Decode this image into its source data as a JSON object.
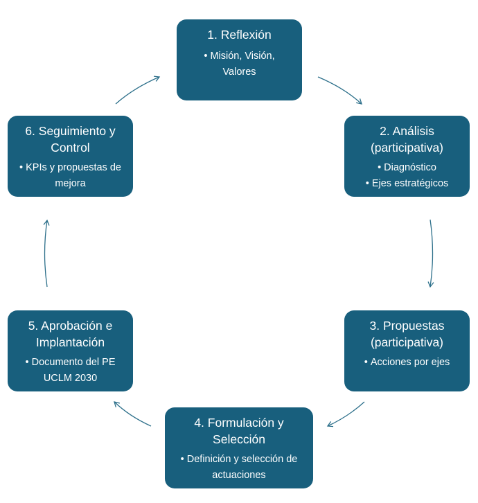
{
  "colors": {
    "box": "#185f7d",
    "text": "#ffffff",
    "arrow": "#2c6f8a"
  },
  "nodes": [
    {
      "id": "reflexion",
      "title": "1. Reflexión",
      "bullets": [
        "Misión, Visión, Valores"
      ]
    },
    {
      "id": "analisis",
      "title": "2. Análisis (participativa)",
      "bullets": [
        "Diagnóstico",
        "Ejes estratégicos"
      ]
    },
    {
      "id": "propuestas",
      "title": "3. Propuestas (participativa)",
      "bullets": [
        "Acciones por ejes"
      ]
    },
    {
      "id": "formulacion",
      "title": "4. Formulación y Selección",
      "bullets": [
        "Definición y selección de actuaciones"
      ]
    },
    {
      "id": "aprobacion",
      "title": "5. Aprobación e Implantación",
      "bullets": [
        "Documento del PE UCLM 2030"
      ]
    },
    {
      "id": "seguimiento",
      "title": "6. Seguimiento y Control",
      "bullets": [
        "KPIs y propuestas de mejora"
      ]
    }
  ]
}
